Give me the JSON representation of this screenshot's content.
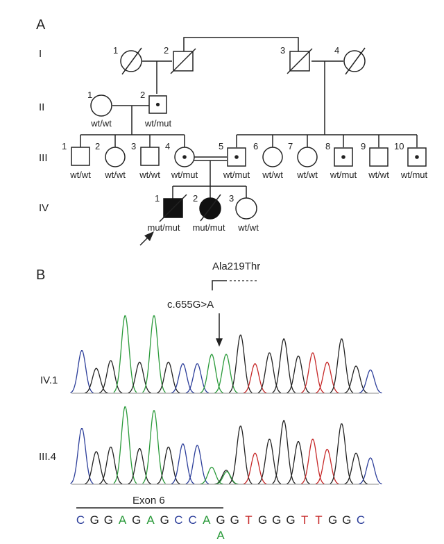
{
  "panel_a": {
    "label": "A",
    "generations": [
      "I",
      "II",
      "III",
      "IV"
    ],
    "members": {
      "I1": {
        "num": "1",
        "genotype": ""
      },
      "I2": {
        "num": "2",
        "genotype": ""
      },
      "I3": {
        "num": "3",
        "genotype": ""
      },
      "I4": {
        "num": "4",
        "genotype": ""
      },
      "II1": {
        "num": "1",
        "genotype": "wt/wt"
      },
      "II2": {
        "num": "2",
        "genotype": "wt/mut"
      },
      "III1": {
        "num": "1",
        "genotype": "wt/wt"
      },
      "III2": {
        "num": "2",
        "genotype": "wt/wt"
      },
      "III3": {
        "num": "3",
        "genotype": "wt/wt"
      },
      "III4": {
        "num": "4",
        "genotype": "wt/mut"
      },
      "III5": {
        "num": "5",
        "genotype": "wt/mut"
      },
      "III6": {
        "num": "6",
        "genotype": "wt/wt"
      },
      "III7": {
        "num": "7",
        "genotype": "wt/wt"
      },
      "III8": {
        "num": "8",
        "genotype": "wt/mut"
      },
      "III9": {
        "num": "9",
        "genotype": "wt/wt"
      },
      "III10": {
        "num": "10",
        "genotype": "wt/mut"
      },
      "IV1": {
        "num": "1",
        "genotype": "mut/mut"
      },
      "IV2": {
        "num": "2",
        "genotype": "mut/mut"
      },
      "IV3": {
        "num": "3",
        "genotype": "wt/wt"
      }
    }
  },
  "panel_b": {
    "label": "B",
    "protein_change": "Ala219Thr",
    "dna_change": "c.655G>A",
    "traces": [
      {
        "label": "IV.1",
        "variant": "homozygous"
      },
      {
        "label": "III.4",
        "variant": "heterozygous"
      }
    ],
    "exon_label": "Exon 6",
    "sequence": [
      "C",
      "G",
      "G",
      "A",
      "G",
      "A",
      "G",
      "C",
      "C",
      "A",
      "G",
      "G",
      "T",
      "G",
      "G",
      "G",
      "T",
      "T",
      "G",
      "G",
      "C"
    ],
    "mutant_base": "A",
    "base_colors": {
      "A": "#2a9a3a",
      "C": "#2c3e9a",
      "G": "#222222",
      "T": "#c62828"
    }
  }
}
